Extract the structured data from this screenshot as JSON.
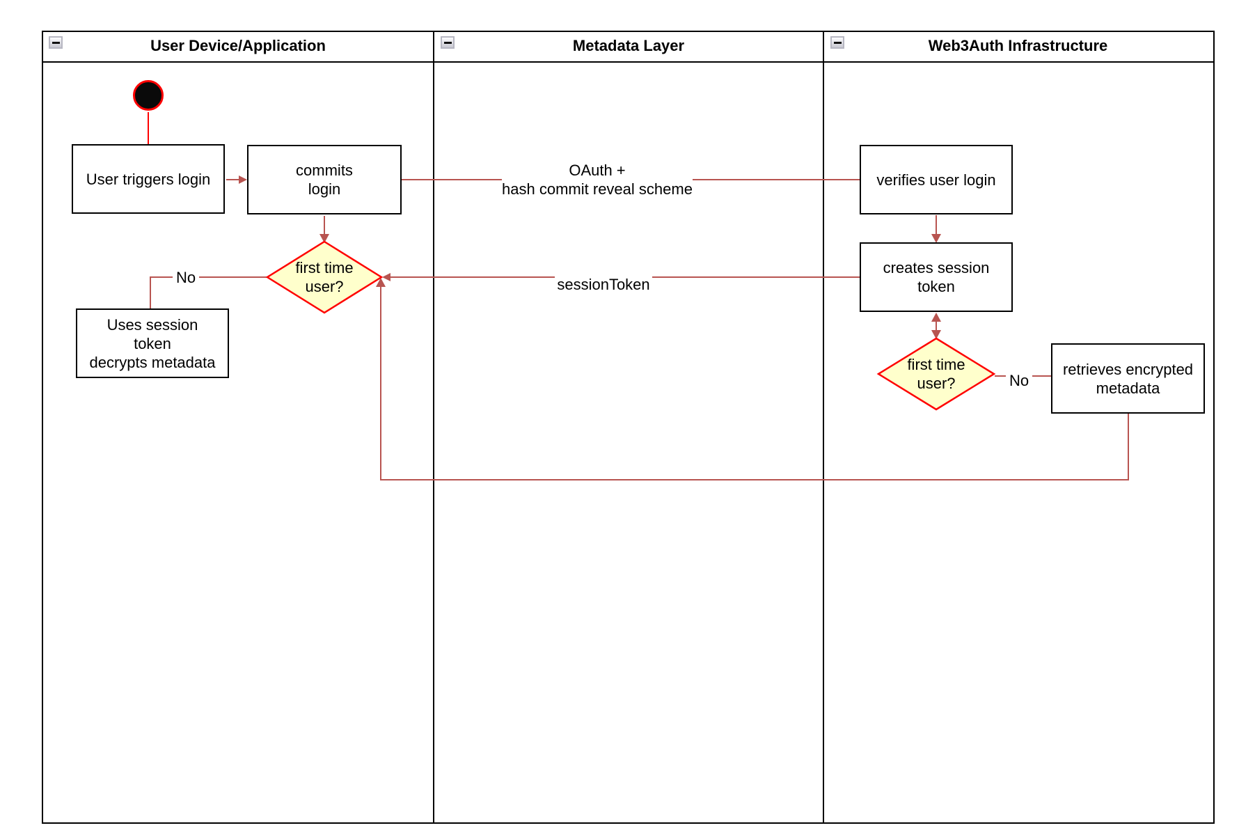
{
  "colors": {
    "connector": "#b85450",
    "bright": "#ff0000",
    "shape-border": "#000000",
    "lane-border": "#000000",
    "diamond-fill": "#ffffcc",
    "diamond-stroke": "#ff0000"
  },
  "lanes": [
    {
      "title": "User Device/Application"
    },
    {
      "title": "Metadata Layer"
    },
    {
      "title": "Web3Auth Infrastructure"
    }
  ],
  "nodes": {
    "user_triggers_login": {
      "label": "User triggers login"
    },
    "commits_login": {
      "label": "commits\nlogin"
    },
    "first_time_user_app": {
      "label": "first time\nuser?"
    },
    "uses_session_token": {
      "label": "Uses session\ntoken\ndecrypts metadata"
    },
    "verifies_user_login": {
      "label": "verifies user login"
    },
    "creates_session_token": {
      "label": "creates session\ntoken"
    },
    "first_time_user_infra": {
      "label": "first time\nuser?"
    },
    "retrieves_encrypted_metadata": {
      "label": "retrieves encrypted\nmetadata"
    }
  },
  "edges": {
    "oauth": {
      "label": "OAuth +\nhash commit reveal scheme"
    },
    "session_token": {
      "label": "sessionToken"
    },
    "no_left": {
      "label": "No"
    },
    "no_right": {
      "label": "No"
    }
  }
}
